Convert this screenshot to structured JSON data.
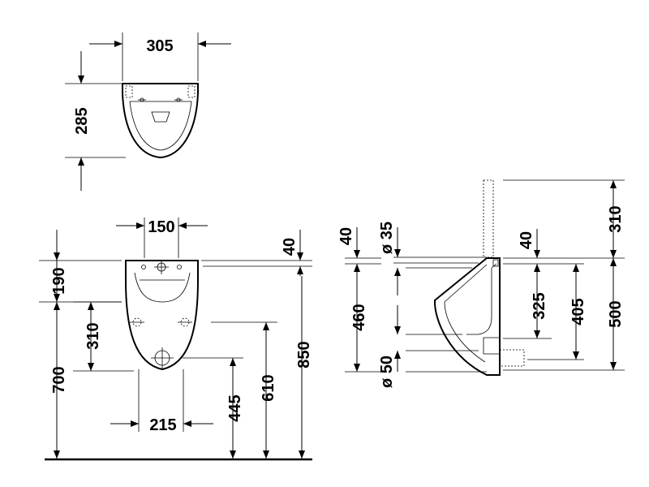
{
  "top_view": {
    "width": "305",
    "depth": "285"
  },
  "front_view": {
    "inlet_spacing": "150",
    "top_offset": "40",
    "top_to_holes": "190",
    "hole_spacing": "310",
    "hole_height": "700",
    "outlet_spacing": "215",
    "outlet_height": "445",
    "bracket_height": "610",
    "total_height": "850"
  },
  "side_view": {
    "inlet_top": "40",
    "inlet_diameter": "ø 35",
    "inlet_depth": "460",
    "outlet_diameter": "ø 50",
    "rim_offset": "40",
    "pipe_length": "310",
    "inner_depth": "325",
    "outlet_rise": "405",
    "total_height": "500"
  }
}
